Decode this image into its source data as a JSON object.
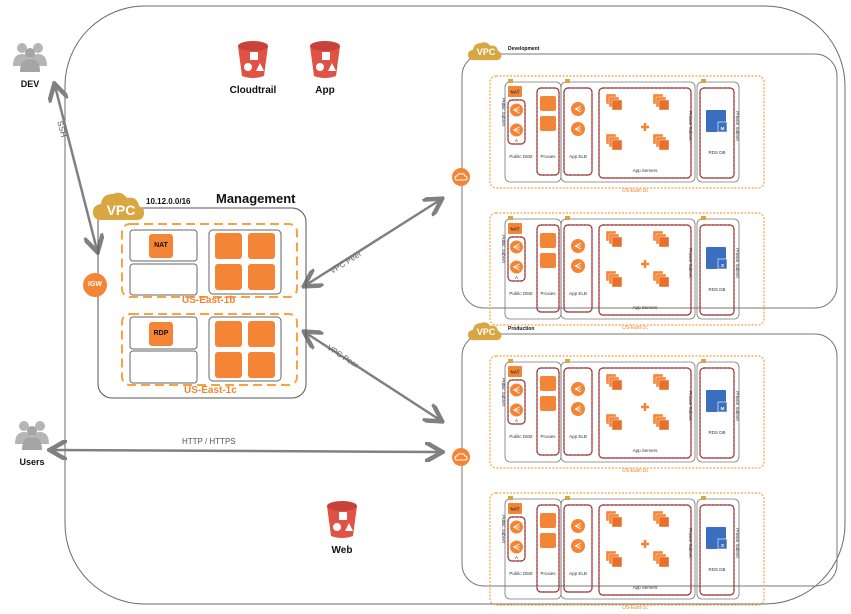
{
  "actors": {
    "dev": {
      "label": "DEV",
      "icon": "users-group-icon"
    },
    "users": {
      "label": "Users",
      "icon": "users-group-icon"
    }
  },
  "connections": {
    "ssh": "SSH",
    "http": "HTTP / HTTPS",
    "vpc_peer_dev": "VPC Peer",
    "vpc_peer_prod": "VPC Peer"
  },
  "buckets": [
    {
      "label": "Cloudtrail",
      "icon": "s3-bucket-icon"
    },
    {
      "label": "App",
      "icon": "s3-bucket-icon"
    },
    {
      "label": "Web",
      "icon": "s3-bucket-icon"
    }
  ],
  "management": {
    "vpc_badge": "VPC",
    "cidr": "10.12.0.0/16",
    "title": "Management",
    "igw": "IGW",
    "zones": [
      {
        "name": "US-East-1b",
        "instance": "NAT"
      },
      {
        "name": "US-East-1c",
        "instance": "RDP"
      }
    ]
  },
  "vpcs": [
    {
      "badge": "VPC",
      "title": "Development",
      "zones": [
        {
          "name": "US-East-1b",
          "db_badge": "M"
        },
        {
          "name": "US-East-1c",
          "db_badge": "S"
        }
      ]
    },
    {
      "badge": "VPC",
      "title": "Production",
      "zones": [
        {
          "name": "US-East-1b",
          "db_badge": "M"
        },
        {
          "name": "US-East-1c",
          "db_badge": "S"
        }
      ]
    }
  ],
  "zone_labels": {
    "nat": "NAT",
    "public_subnet": "Public Subnet",
    "private_subnet": "Private Subnet",
    "public_dmz": "Public DMZ",
    "a": "A",
    "proxies": "Proxies",
    "app_elb": "App ELB",
    "app_servers": "App Servers",
    "rds_db": "RDS DB"
  },
  "colors": {
    "orange": "#F58536",
    "aws_gold": "#D9A741",
    "s3_red": "#E05243",
    "rds_blue": "#3B6EBF",
    "arrow_gray": "#808080",
    "subnet_red": "#E0262B"
  }
}
